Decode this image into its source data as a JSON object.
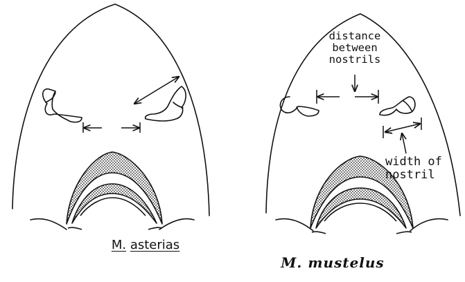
{
  "left_specimen": {
    "genus_abbrev": "M.",
    "species": "asterias"
  },
  "right_specimen": {
    "name": "M. mustelus"
  },
  "annotations": {
    "distance_line1": "distance",
    "distance_line2": "between",
    "distance_line3": "nostrils",
    "width_line1": "width of",
    "width_line2": "nostril"
  },
  "colors": {
    "ink": "#111111",
    "background": "#ffffff"
  }
}
